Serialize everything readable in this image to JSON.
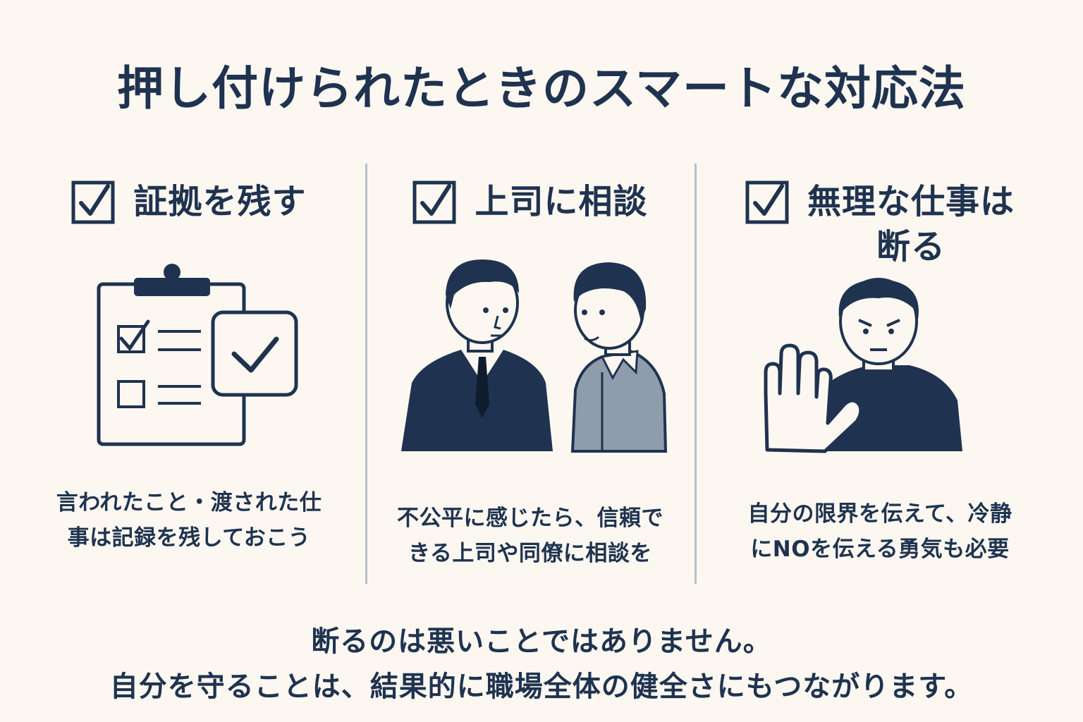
{
  "title": "押し付けられたときのスマートな対応法",
  "colors": {
    "navy": "#1f3350",
    "gray_shirt": "#8f9cab",
    "background": "#fcf8f1",
    "divider": "#b7bfc8"
  },
  "columns": [
    {
      "heading": "証拠を残す",
      "icon": "clipboard-checklist-icon",
      "desc_line1": "言われたこと・渡された仕",
      "desc_line2": "事は記録を残しておこう"
    },
    {
      "heading": "上司に相談",
      "icon": "two-people-talking-icon",
      "desc_line1": "不公平に感じたら、信頼で",
      "desc_line2": "きる上司や同僚に相談を"
    },
    {
      "heading_line1": "無理な仕事は",
      "heading_line2": "断る",
      "icon": "stop-hand-person-icon",
      "desc_line1": "自分の限界を伝えて、冷静",
      "desc_line2": "にNOを伝える勇気も必要"
    }
  ],
  "footer": {
    "line1": "断るのは悪いことではありません。",
    "line2": "自分を守ることは、結果的に職場全体の健全さにもつながります。"
  }
}
